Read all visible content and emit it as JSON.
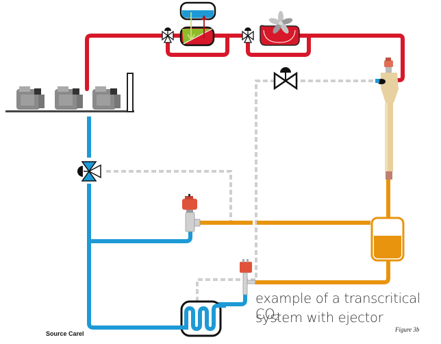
{
  "title": "Transcritical CO2 system with ejector",
  "caption": {
    "line1_prefix": "example of a transcritical CO",
    "line1_subscript": "2",
    "line2": "system with ejector"
  },
  "source": "Source Carel",
  "figure_label": "Figure 3b",
  "colors": {
    "hot_gas_line": "#d7182a",
    "suction_line": "#1d9ad6",
    "liquid_line": "#e8940f",
    "pilot_line": "#cccccc",
    "heat_recovery_green": "#8dbb2a",
    "tank_water": "#1d9ad6",
    "ejector_body": "#e8d1a0",
    "valve_actuator": "#e0533a",
    "outline": "#111111"
  },
  "components": [
    {
      "id": "compressor-rack",
      "label": "compressor rack",
      "count": 3
    },
    {
      "id": "heat-recovery-exchanger",
      "label": "heat recovery exchanger"
    },
    {
      "id": "water-tank",
      "label": "water tank"
    },
    {
      "id": "gas-cooler",
      "label": "gas cooler with fan"
    },
    {
      "id": "three-way-valve-heat-recovery",
      "label": "3-way valve"
    },
    {
      "id": "three-way-valve-gas-cooler",
      "label": "3-way valve"
    },
    {
      "id": "ejector",
      "label": "ejector"
    },
    {
      "id": "pilot-valve",
      "label": "pilot valve"
    },
    {
      "id": "suction-three-way-valve",
      "label": "3-way valve"
    },
    {
      "id": "liquid-receiver",
      "label": "liquid receiver",
      "fill_level": 0.55
    },
    {
      "id": "expansion-valve-upper",
      "label": "electronic expansion valve"
    },
    {
      "id": "expansion-valve-lower",
      "label": "electronic expansion valve"
    },
    {
      "id": "evaporator",
      "label": "evaporator"
    }
  ]
}
